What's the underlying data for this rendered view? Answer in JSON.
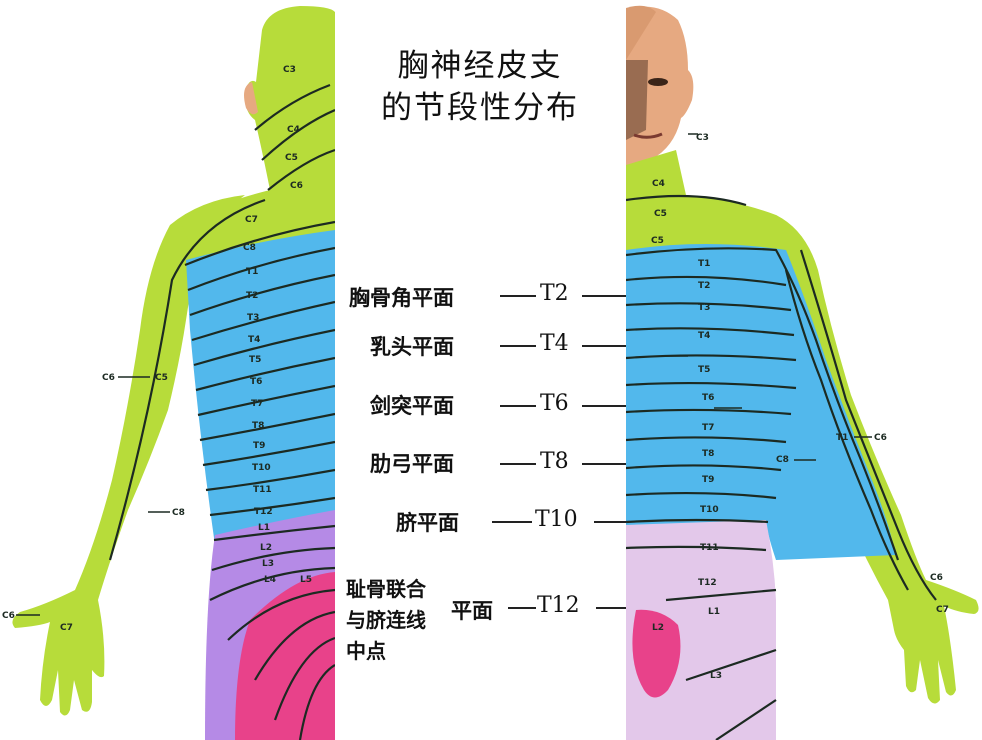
{
  "title_line1": "胸神经皮支",
  "title_line2": "的节段性分布",
  "planes": [
    {
      "name": "胸骨角平面",
      "segment": "T2"
    },
    {
      "name": "乳头平面",
      "segment": "T4"
    },
    {
      "name": "剑突平面",
      "segment": "T6"
    },
    {
      "name": "肋弓平面",
      "segment": "T8"
    },
    {
      "name": "脐平面",
      "segment": "T10"
    }
  ],
  "last_plane": {
    "line1": "耻骨联合",
    "line2": "与脐连线",
    "line3": "中点",
    "suffix": "平面",
    "segment": "T12"
  },
  "back_labels": {
    "spine": [
      "C3",
      "C4",
      "C5",
      "C6",
      "C7",
      "C8",
      "T1",
      "T2",
      "T3",
      "T4",
      "T5",
      "T6",
      "T7",
      "T8",
      "T9",
      "T10",
      "T11",
      "T12",
      "L1",
      "L2",
      "L3",
      "L4",
      "L5"
    ],
    "arm": [
      "C5",
      "C7",
      "C6",
      "C8"
    ]
  },
  "front_labels": {
    "midline": [
      "T1",
      "T2",
      "T3",
      "T4",
      "T5",
      "T6",
      "T7",
      "T8",
      "T9",
      "T10",
      "T11",
      "T12",
      "L1",
      "L2",
      "L3"
    ],
    "neck": [
      "C3",
      "C4",
      "C5"
    ],
    "arm": [
      "C6",
      "C8",
      "C7",
      "T1"
    ]
  },
  "colors": {
    "cervical": "#b7dc3a",
    "thoracic": "#52b8ec",
    "lumbar": "#b58ae6",
    "sacral": "#e8428a",
    "skin": "#e6a981",
    "line": "#1c2a22"
  }
}
